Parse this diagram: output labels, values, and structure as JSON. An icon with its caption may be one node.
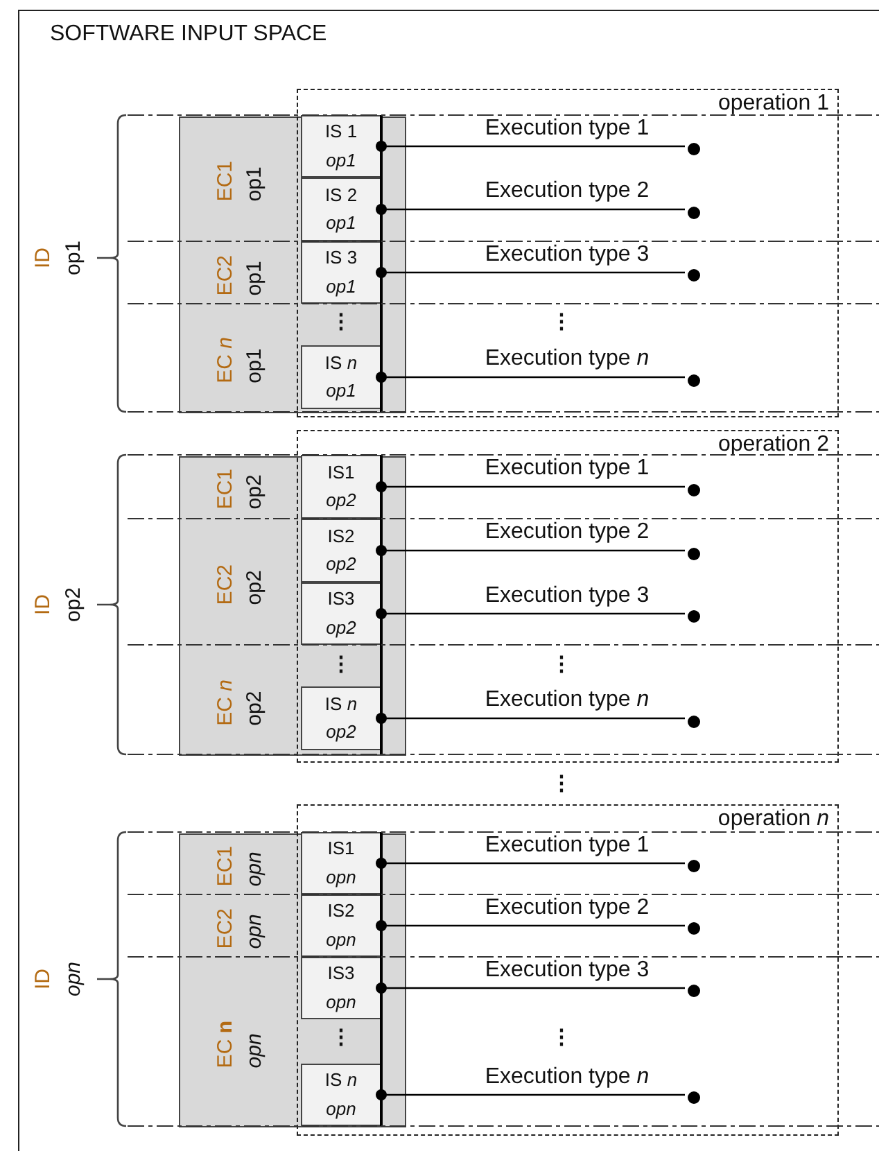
{
  "diagram": {
    "nodes": [
      {
        "text": [
          "SOFTWARE INPUT SPACE"
        ]
      },
      {
        "text": [
          "operation 1"
        ],
        "in": 0
      },
      {
        "text": [],
        "shape": "box",
        "in": 0
      },
      {
        "text": [
          "EC1",
          "op1"
        ],
        "in": 2
      },
      {
        "text": [
          "EC2",
          "op1"
        ],
        "in": 2
      },
      {
        "text": [
          "EC *n*",
          "op1"
        ],
        "in": 2
      },
      {
        "text": [
          "IS 1",
          "op1"
        ]
      },
      {
        "text": [
          "IS 2",
          "op1"
        ]
      },
      {
        "text": [
          "IS 3",
          "op1"
        ]
      },
      {
        "text": [
          "IS *n*",
          "op1"
        ]
      },
      {
        "text": [],
        "shape": "bar"
      },
      {
        "text": [],
        "shape": "circle",
        "in": 1
      },
      {
        "text": [],
        "shape": "circle",
        "in": 1
      },
      {
        "text": [],
        "shape": "circle",
        "in": 1
      },
      {
        "text": [],
        "shape": "circle",
        "in": 1
      },
      {
        "text": [
          "operation 2"
        ],
        "in": 0
      },
      {
        "text": [],
        "shape": "box",
        "in": 0
      },
      {
        "text": [
          "EC1",
          "op2"
        ],
        "in": 16
      },
      {
        "text": [
          "EC2",
          "op2"
        ],
        "in": 16
      },
      {
        "text": [
          "EC *n*",
          "op2"
        ],
        "in": 16
      },
      {
        "text": [
          "IS1",
          "op2"
        ]
      },
      {
        "text": [
          "IS2",
          "op2"
        ]
      },
      {
        "text": [
          "IS3",
          "op2"
        ]
      },
      {
        "text": [
          "IS *n*",
          "op2"
        ]
      },
      {
        "text": [],
        "shape": "bar"
      },
      {
        "text": [],
        "shape": "circle",
        "in": 15
      },
      {
        "text": [],
        "shape": "circle",
        "in": 15
      },
      {
        "text": [],
        "shape": "circle",
        "in": 15
      },
      {
        "text": [],
        "shape": "circle",
        "in": 15
      },
      {
        "text": [
          "operation *n*"
        ],
        "in": 0
      },
      {
        "text": [],
        "shape": "box",
        "in": 0
      },
      {
        "text": [
          "EC1",
          "opn"
        ],
        "in": 30
      },
      {
        "text": [
          "EC2",
          "opn"
        ],
        "in": 30
      },
      {
        "text": [
          "EC **n**",
          "opn"
        ],
        "in": 30
      },
      {
        "text": [
          "IS1",
          "opn"
        ]
      },
      {
        "text": [
          "IS2",
          "opn"
        ]
      },
      {
        "text": [
          "IS3",
          "opn"
        ]
      },
      {
        "text": [
          "IS *n*",
          "opn"
        ]
      },
      {
        "text": [],
        "shape": "bar"
      },
      {
        "text": [],
        "shape": "circle",
        "in": 29
      },
      {
        "text": [],
        "shape": "circle",
        "in": 29
      },
      {
        "text": [],
        "shape": "circle",
        "in": 29
      },
      {
        "text": [],
        "shape": "circle",
        "in": 29
      }
    ],
    "edges": [
      {
        "from": 10,
        "to": 11,
        "arrow": "other",
        "label": "Execution type 1"
      },
      {
        "from": 10,
        "to": 12,
        "arrow": "other",
        "label": "Execution type 2"
      },
      {
        "from": 10,
        "to": 13,
        "arrow": "other",
        "label": "Execution type 3"
      },
      {
        "from": 10,
        "to": 14,
        "arrow": "other",
        "label": "Execution type *n*"
      },
      {
        "from": 24,
        "to": 25,
        "arrow": "other",
        "label": "Execution type 1"
      },
      {
        "from": 24,
        "to": 26,
        "arrow": "other",
        "label": "Execution type 2"
      },
      {
        "from": 24,
        "to": 27,
        "arrow": "other",
        "label": "Execution type 3"
      },
      {
        "from": 24,
        "to": 28,
        "arrow": "other",
        "label": "Execution type *n*"
      },
      {
        "from": 38,
        "to": 39,
        "arrow": "other",
        "label": "Execution type 1"
      },
      {
        "from": 38,
        "to": 40,
        "arrow": "other",
        "label": "Execution type 2"
      },
      {
        "from": 38,
        "to": 41,
        "arrow": "other",
        "label": "Execution type 3"
      },
      {
        "from": 38,
        "to": 42,
        "arrow": "other",
        "label": "Execution type *n*"
      }
    ],
    "labels": [
      "ID",
      "op1",
      "⋮",
      "⋮",
      "ID",
      "op2",
      "⋮",
      "⋮",
      "⋮",
      "ID",
      "opn",
      "⋮",
      "⋮"
    ]
  }
}
